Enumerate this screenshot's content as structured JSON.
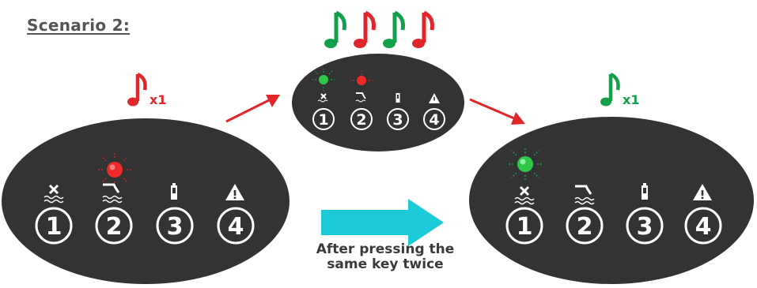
{
  "title": "Scenario 2:",
  "left_panel": {
    "note_multiplier": "x1",
    "note_color": "#e0262b",
    "keys": [
      "1",
      "2",
      "3",
      "4"
    ],
    "active_led": {
      "key": "2",
      "color": "red"
    }
  },
  "middle_panel": {
    "keys": [
      "1",
      "2",
      "3",
      "4"
    ],
    "leds": [
      {
        "key": "1",
        "color": "green"
      },
      {
        "key": "2",
        "color": "red"
      }
    ]
  },
  "right_panel": {
    "note_multiplier": "x1",
    "note_color": "#12a04a",
    "keys": [
      "1",
      "2",
      "3",
      "4"
    ],
    "active_led": {
      "key": "1",
      "color": "green"
    }
  },
  "note_sequence": [
    "green",
    "red",
    "green",
    "red"
  ],
  "icons": [
    "water-cross-icon",
    "bath-tap-icon",
    "battery-icon",
    "warning-icon"
  ],
  "caption": {
    "line1": "After pressing the",
    "line2": "same key twice"
  },
  "colors": {
    "red": "#e0262b",
    "green": "#12a04a",
    "cyan": "#1cc9d6",
    "panel": "#333333"
  }
}
